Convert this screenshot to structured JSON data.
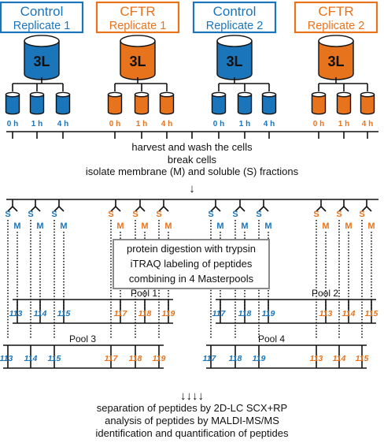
{
  "colors": {
    "control": "#1b75bb",
    "cftr": "#e8731d",
    "line": "#111111",
    "box_border": "#8a8a8a"
  },
  "replicates": [
    {
      "name": "Control",
      "sub": "Replicate 1",
      "group": "control"
    },
    {
      "name": "CFTR",
      "sub": "Replicate 1",
      "group": "cftr"
    },
    {
      "name": "Control",
      "sub": "Replicate 2",
      "group": "control"
    },
    {
      "name": "CFTR",
      "sub": "Replicate 2",
      "group": "cftr"
    }
  ],
  "volume_label": "3L",
  "timepoints": [
    "0 h",
    "1 h",
    "4 h"
  ],
  "fraction_labels": {
    "soluble": "S",
    "membrane": "M"
  },
  "processing_steps": [
    "harvest and wash the cells",
    "break cells",
    "isolate membrane (M) and soluble (S) fractions"
  ],
  "down_arrow": "↓",
  "digestion_box": [
    "protein digestion with trypsin",
    "iTRAQ labeling of peptides",
    "combining in 4 Masterpools"
  ],
  "pools": [
    {
      "name": "Pool 1",
      "labels": [
        "113",
        "114",
        "115",
        "117",
        "118",
        "119"
      ]
    },
    {
      "name": "Pool 2",
      "labels": [
        "117",
        "118",
        "119",
        "113",
        "114",
        "115"
      ]
    },
    {
      "name": "Pool 3",
      "labels": [
        "113",
        "114",
        "115",
        "117",
        "118",
        "119"
      ]
    },
    {
      "name": "Pool 4",
      "labels": [
        "117",
        "118",
        "119",
        "113",
        "114",
        "115"
      ]
    }
  ],
  "final_arrows": "↓↓↓↓",
  "final_steps": [
    "separation of peptides by 2D-LC SCX+RP",
    "analysis of peptides by MALDI-MS/MS",
    "identification and quantification of peptides"
  ]
}
